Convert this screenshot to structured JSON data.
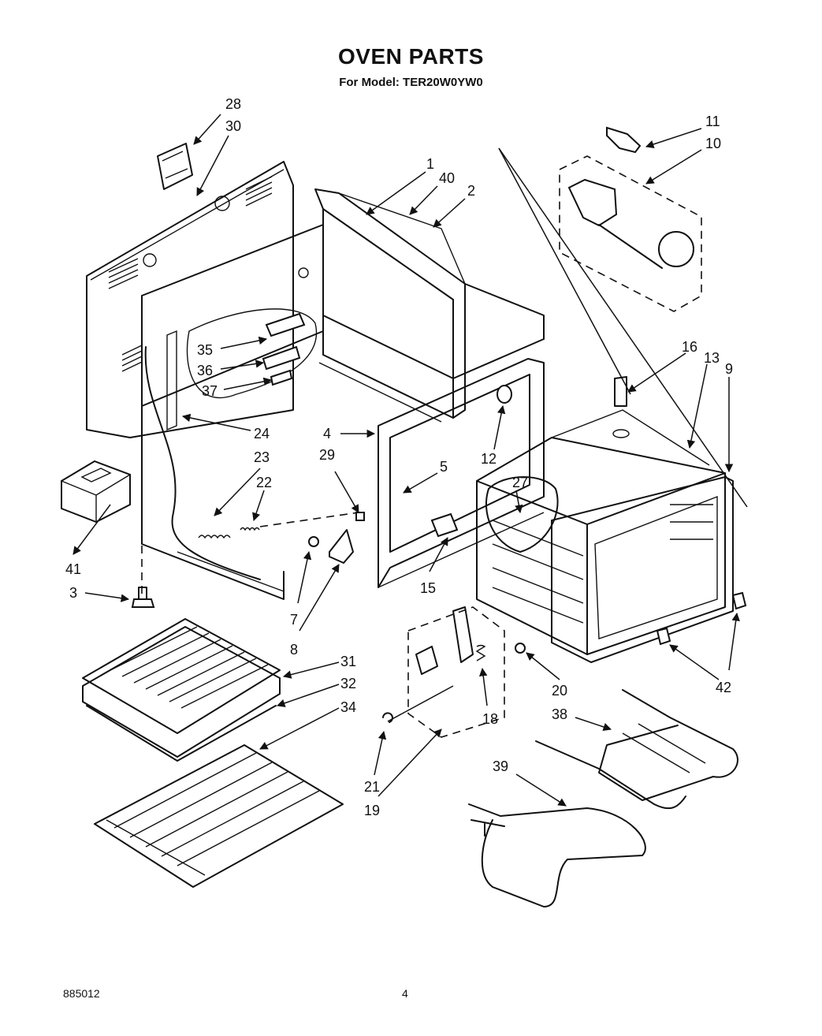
{
  "header": {
    "title": "OVEN PARTS",
    "model_line": "For Model: TER20W0YW0"
  },
  "footer": {
    "doc_number": "885012",
    "page_number": "4"
  },
  "callouts": {
    "c1": "1",
    "c2": "2",
    "c3": "3",
    "c4": "4",
    "c5": "5",
    "c7": "7",
    "c8": "8",
    "c9": "9",
    "c10": "10",
    "c11": "11",
    "c12": "12",
    "c13": "13",
    "c15": "15",
    "c16": "16",
    "c18": "18",
    "c19": "19",
    "c20": "20",
    "c21": "21",
    "c22": "22",
    "c23": "23",
    "c24": "24",
    "c27": "27",
    "c28": "28",
    "c29": "29",
    "c30": "30",
    "c31": "31",
    "c32": "32",
    "c34": "34",
    "c35": "35",
    "c36": "36",
    "c37": "37",
    "c38": "38",
    "c39": "39",
    "c40": "40",
    "c41": "41",
    "c42": "42"
  }
}
